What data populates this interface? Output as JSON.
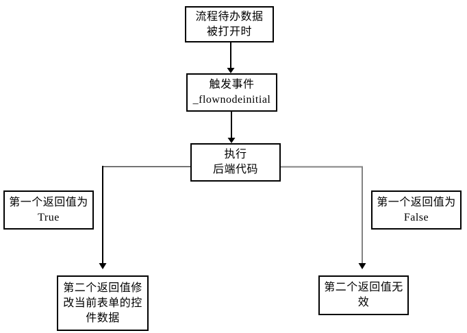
{
  "meta": {
    "background": "#ffffff",
    "diagram_type": "flowchart"
  },
  "colors": {
    "box_border": "#000000",
    "text": "#000000",
    "line_black": "#000000",
    "line_gray": "#828282",
    "line_light_gray": "#b0b0b0",
    "line_dark_gray": "#3c3c3c",
    "arrowhead": "#000000"
  },
  "nodes": {
    "start": {
      "line1": "流程待办数据",
      "line2": "被打开时"
    },
    "trigger": {
      "line1": "触发事件",
      "line2": "_flownodeinitial"
    },
    "execute": {
      "line1": "执行",
      "line2": "后端代码"
    },
    "branch_true": {
      "line1": "第一个返回值为",
      "line2": "True"
    },
    "branch_false": {
      "line1": "第一个返回值为",
      "line2": "False"
    },
    "outcome_true": {
      "line1": "第二个返回值修",
      "line2": "改当前表单的控",
      "line3": "件数据"
    },
    "outcome_false": {
      "line1": "第二个返回值无",
      "line2": "效"
    }
  }
}
